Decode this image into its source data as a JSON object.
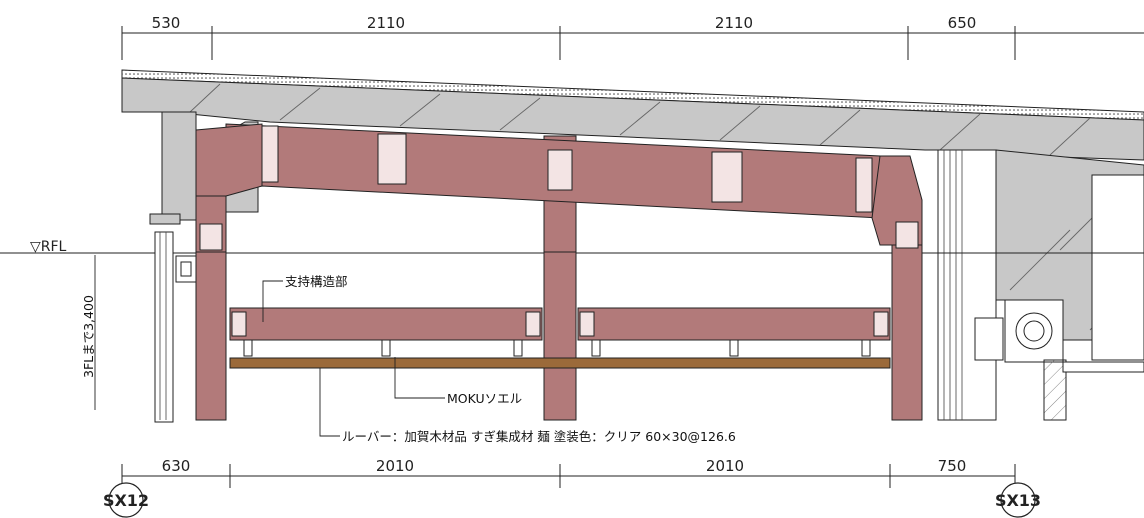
{
  "dimensions_top": [
    "530",
    "2110",
    "2110",
    "650"
  ],
  "dimensions_bottom": [
    "630",
    "2010",
    "2010",
    "750"
  ],
  "level_label": "▽RFL",
  "level_note": "3FLまで3,400",
  "grid_lines": [
    "SX12",
    "SX13"
  ],
  "labels": {
    "support_structure": "支持構造部",
    "moku": "MOKUソエル",
    "louver": "ルーバー：加賀木材品 すぎ集成材 麺 塗装色：クリア 60×30@126.6"
  },
  "colors": {
    "steel": "#b27a7a",
    "concrete": "#c8c8c8",
    "timber": "#9b6a3a",
    "line": "#1a1a1a"
  }
}
